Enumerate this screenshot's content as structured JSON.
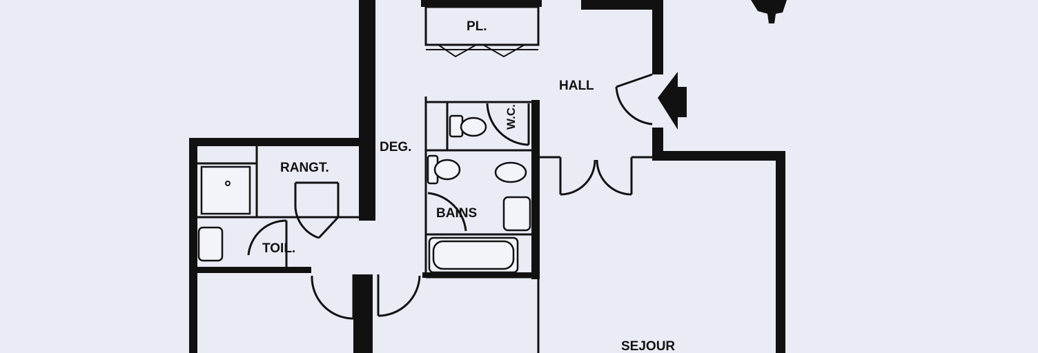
{
  "rooms": {
    "pl": "PL.",
    "hall": "HALL",
    "wc": "W.C.",
    "deg": "DEG.",
    "rangt": "RANGT.",
    "bains": "BAINS",
    "toil": "TOIL.",
    "sejour": "SEJOUR"
  },
  "colors": {
    "paper": "#e9ebf5",
    "ink": "#111111"
  },
  "icons": {
    "entry": "entry-arrow-icon",
    "north": "north-compass-icon"
  }
}
